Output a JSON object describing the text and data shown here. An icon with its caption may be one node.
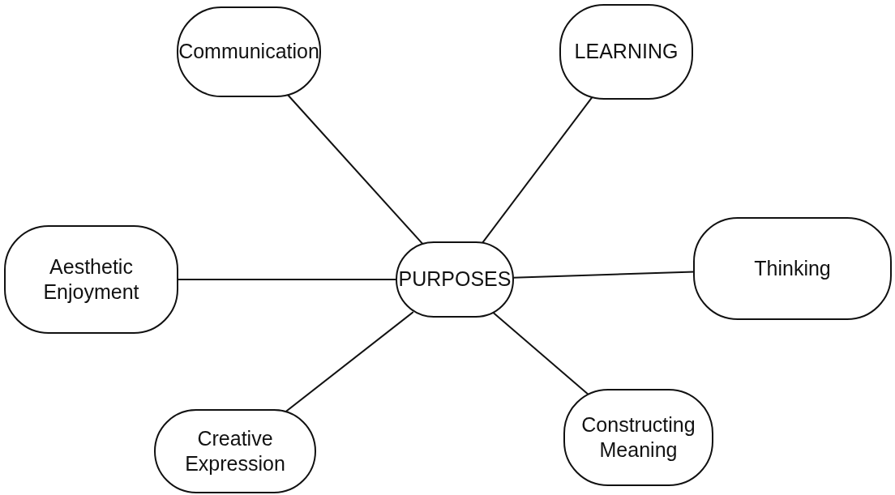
{
  "diagram": {
    "nodes": [
      {
        "text": [
          "Communication"
        ]
      },
      {
        "text": [
          "LEARNING"
        ]
      },
      {
        "text": [
          "PURPOSES"
        ]
      },
      {
        "text": [
          "Aesthetic Enjoyment"
        ]
      },
      {
        "text": [
          "Thinking"
        ]
      },
      {
        "text": [
          "Creative Expression"
        ]
      },
      {
        "text": [
          "Constructing Meaning"
        ]
      }
    ],
    "edges": [
      {
        "from": 2,
        "to": 0,
        "arrow": "none"
      },
      {
        "from": 2,
        "to": 1,
        "arrow": "none"
      },
      {
        "from": 2,
        "to": 3,
        "arrow": "none"
      },
      {
        "from": 2,
        "to": 4,
        "arrow": "none"
      },
      {
        "from": 2,
        "to": 5,
        "arrow": "none"
      },
      {
        "from": 2,
        "to": 6,
        "arrow": "none"
      }
    ]
  }
}
